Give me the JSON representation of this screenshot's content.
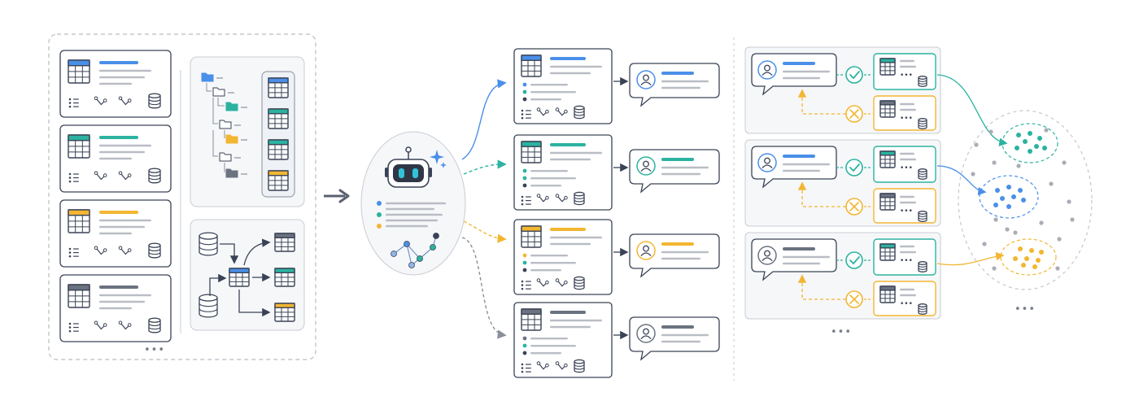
{
  "panels": {
    "inputs": {
      "schema_count": 4,
      "more_indicator": "•••"
    },
    "agent": {
      "name": "robot-agent"
    },
    "outputs": {
      "question_count": 4
    },
    "verification": {
      "row_count": 3,
      "more_indicator": "•••"
    },
    "clusters": {
      "more_indicator": "•••"
    }
  },
  "colors": {
    "blue": "#4a8fe8",
    "teal": "#2bb3a0",
    "yellow": "#f2b632",
    "gray": "#6b7280",
    "navy": "#3a4356",
    "line": "#c3c7cf",
    "dash": "#b8bcc4",
    "check": "#2bb3a0",
    "cross": "#f2b632"
  },
  "icons": [
    "table-icon",
    "list-icon",
    "join-icon",
    "database-icon",
    "folder-icon",
    "robot-icon",
    "sparkle-icon",
    "user-avatar-icon",
    "check-circle-icon",
    "x-circle-icon",
    "arrow-right-icon"
  ]
}
